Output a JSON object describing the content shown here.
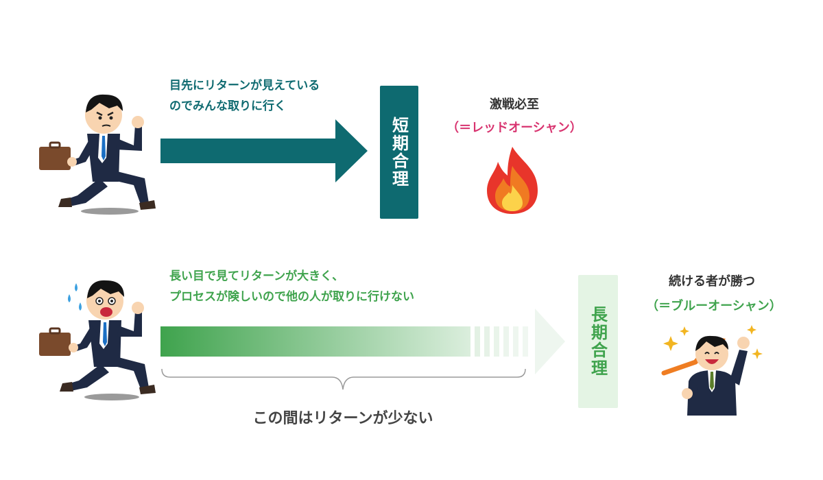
{
  "top_row": {
    "description_line1": "目先にリターンが見えている",
    "description_line2": "のでみんな取りに行く",
    "label": "短期合理",
    "result_title": "激戦必至",
    "result_subtitle": "（＝レッドオーシャン）",
    "arrow_color": "#0e6a70",
    "result_icon": "fire-icon"
  },
  "bottom_row": {
    "description_line1": "長い目で見てリターンが大きく、",
    "description_line2": "プロセスが険しいので他の人が取りに行けない",
    "label": "長期合理",
    "result_title": "続ける者が勝つ",
    "result_subtitle": "（＝ブルーオーシャン）",
    "brace_caption": "この間はリターンが少ない",
    "arrow_color": "#3fa34d",
    "result_icon": "celebrating-businessman-icon"
  },
  "colors": {
    "teal": "#0e6a70",
    "red_ocean": "#d8336f",
    "green": "#3fa34d",
    "light_green_box": "#e4f4e4"
  }
}
